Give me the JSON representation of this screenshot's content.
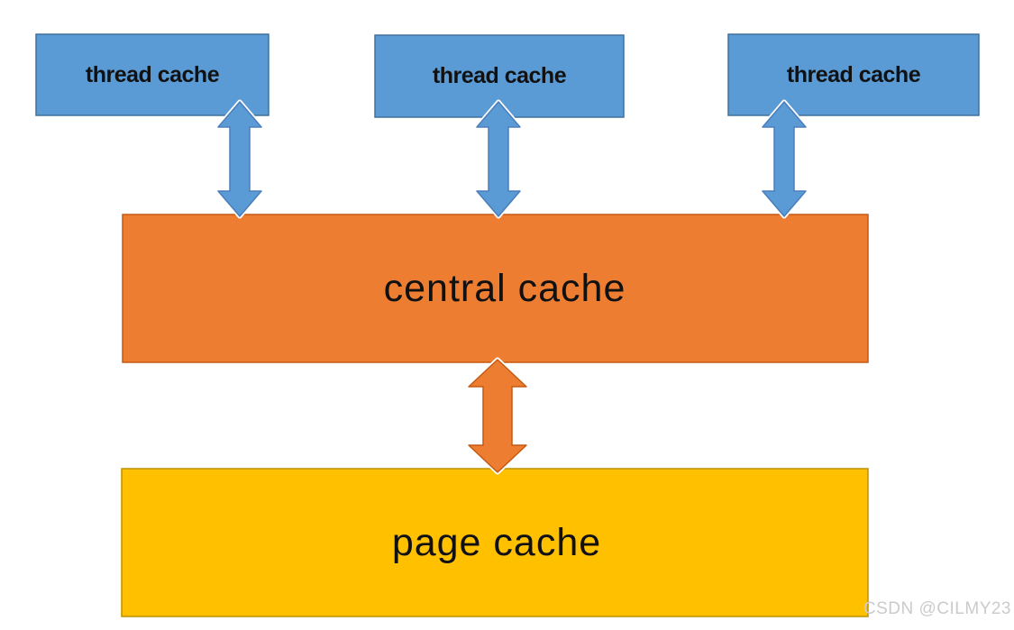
{
  "diagram": {
    "nodes": {
      "thread_caches": [
        {
          "label": "thread cache"
        },
        {
          "label": "thread cache"
        },
        {
          "label": "thread cache"
        }
      ],
      "central_cache": {
        "label": "central cache"
      },
      "page_cache": {
        "label": "page cache"
      }
    },
    "connectors": [
      {
        "from": "thread cache 1",
        "to": "central cache",
        "type": "double-arrow",
        "color": "#5B9BD5"
      },
      {
        "from": "thread cache 2",
        "to": "central cache",
        "type": "double-arrow",
        "color": "#5B9BD5"
      },
      {
        "from": "thread cache 3",
        "to": "central cache",
        "type": "double-arrow",
        "color": "#5B9BD5"
      },
      {
        "from": "central cache",
        "to": "page cache",
        "type": "double-arrow",
        "color": "#ED7D31"
      }
    ],
    "colors": {
      "thread_cache_fill": "#5B9BD5",
      "thread_cache_border": "#41719C",
      "central_cache_fill": "#ED7D31",
      "central_cache_border": "#C55A11",
      "page_cache_fill": "#FFC000",
      "page_cache_border": "#BF9000",
      "blue_arrow_fill": "#5B9BD5",
      "orange_arrow_fill": "#ED7D31",
      "label_text": "#111111",
      "watermark_text": "#CBCBCB"
    },
    "watermark": "CSDN @CILMY23"
  }
}
